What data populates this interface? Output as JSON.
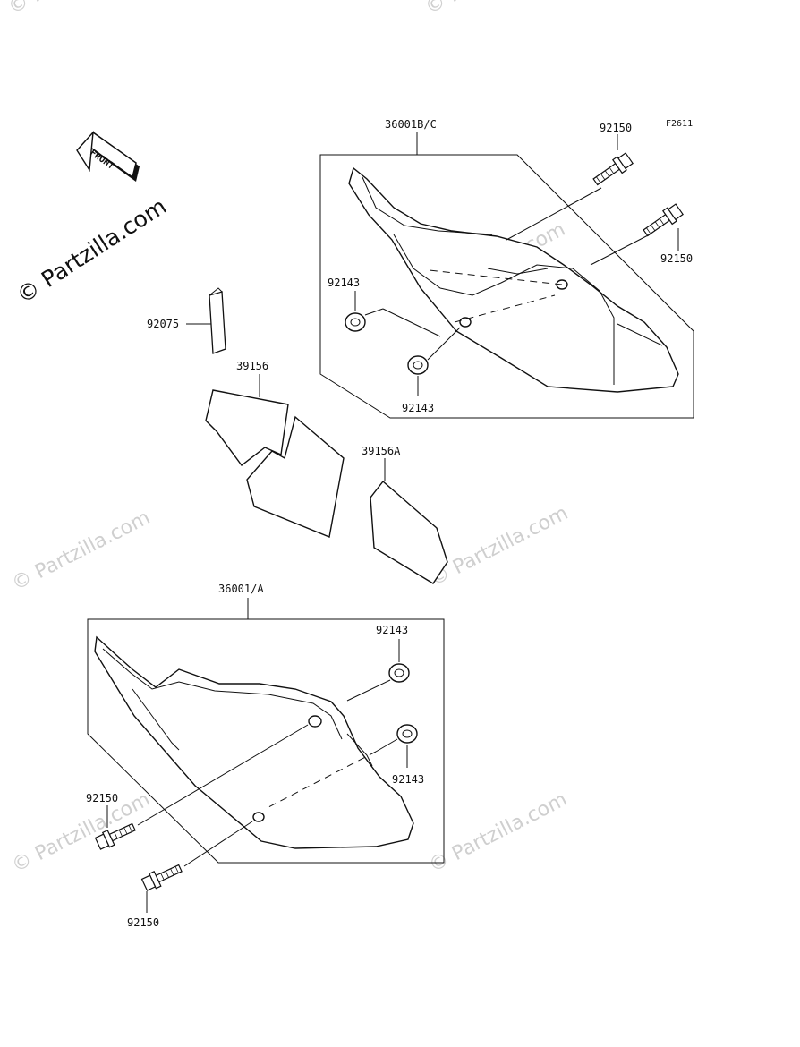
{
  "diagram": {
    "figure_code": "F2611",
    "front_label": "FRONT",
    "watermark_main": "© Partzilla.com",
    "watermark_faint": "© Partzilla.com",
    "callouts": {
      "cover_upper": "36001B/C",
      "bolt_upper_1": "92150",
      "bolt_upper_2": "92150",
      "collar_upper_1": "92143",
      "collar_upper_2": "92143",
      "pad": "92075",
      "decal_left": "39156",
      "decal_right": "39156A",
      "cover_lower": "36001/A",
      "collar_lower_1": "92143",
      "collar_lower_2": "92143",
      "bolt_lower_1": "92150",
      "bolt_lower_2": "92150"
    }
  }
}
